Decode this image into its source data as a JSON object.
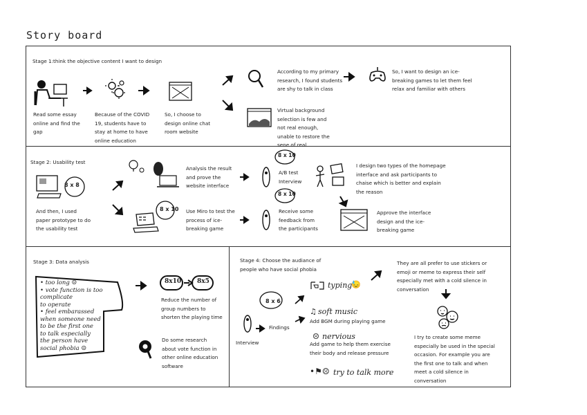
{
  "title": "Story board",
  "stage1": {
    "label": "Stage 1:think the objective content I want to design",
    "read": "Read some essay online and find the gap",
    "covid": "Because of the COVID 19, students have to stay at home to have online education",
    "choose": "So, I choose to design online chat room website",
    "research": "According to my primary research, I found students are shy to talk in class",
    "games": "So, I want to design an ice-breaking games to let them feel relax and familiar with others",
    "virtual": "Virtual background selection is few and not real enough, unable to restore the sene of real"
  },
  "stage2": {
    "label": "Stage 2: Usability test",
    "paper": "And then, I used paper prototype to do the usability test",
    "analysis": "Analysis the result and prove the website interface",
    "miro": "Use Miro to test the process of ice-breaking game",
    "ab_test": "A/B test Interview",
    "feedback": "Receive some feedback from the participants",
    "homepage": "I design two types of the homepage interface and ask participants to chaise which is better and explain the reason",
    "approve": "Approve the interface design and the ice-breaking game",
    "badge_8x8": "8 x 8",
    "badge_8x10": "8 x 10"
  },
  "stage3": {
    "label": "Stage 3: Data analysis",
    "notes": [
      "• too long ☹",
      "• vote function is too complicate",
      "  to operate",
      "• feel embarassed",
      "  when someone need",
      "  to be the first one",
      "  to talk especially",
      "  the person have",
      "  social phobia ☹"
    ],
    "reduce": "Reduce the number of group numbers to shorten the playing time",
    "research": "Do some research about vote function in other online education software",
    "from": "8x10",
    "to": "8x5"
  },
  "stage4": {
    "label": "Stage 4: Choose the audiance of people who have social phobia",
    "interview": "Interview",
    "findings": "Findings",
    "badge": "8 x 6",
    "typing": "typing",
    "soft_music": "soft music",
    "bgm": "Add BGM during playing game",
    "nervous": "nervious",
    "exercise": "Add game to help them exercise their body and release pressure",
    "try_talk": "try to talk more",
    "prefer": "They are all prefer to use stickers or emoji or meme to express their self especially met with a cold silence in conversation",
    "meme": "I try to create some meme especially be used in the special occasion. For example you are the first one to talk and when meet a cold silence in conversation"
  }
}
